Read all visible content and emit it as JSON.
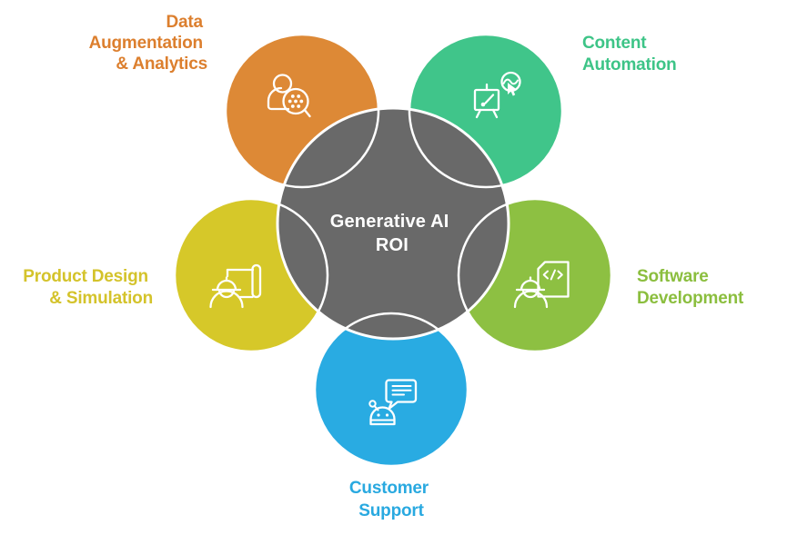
{
  "diagram": {
    "type": "flower-venn-infographic",
    "center": {
      "id": "generative-ai-roi",
      "label_lines": [
        "Generative AI",
        "ROI"
      ],
      "fill": "#696969",
      "text_color": "#FFFFFF",
      "outline_color": "#FFFFFF"
    },
    "petals": [
      {
        "id": "data-augmentation-analytics",
        "label_lines": [
          "Data",
          "Augmentation",
          "& Analytics"
        ],
        "fill": "#DD8936",
        "text_color": "#DC7F2E",
        "icon": "person-data-magnifier-icon",
        "position": "top-left"
      },
      {
        "id": "content-automation",
        "label_lines": [
          "Content",
          "Automation"
        ],
        "fill": "#40C58A",
        "text_color": "#3DC487",
        "icon": "easel-paintbrush-icon",
        "position": "top-right"
      },
      {
        "id": "software-development",
        "label_lines": [
          "Software",
          "Development"
        ],
        "fill": "#8DC042",
        "text_color": "#8BBE3E",
        "icon": "engineer-code-document-icon",
        "position": "right"
      },
      {
        "id": "customer-support",
        "label_lines": [
          "Customer",
          "Support"
        ],
        "fill": "#29ABE2",
        "text_color": "#29A9E0",
        "icon": "chatbot-chat-bubble-icon",
        "position": "bottom"
      },
      {
        "id": "product-design-simulation",
        "label_lines": [
          "Product Design",
          "& Simulation"
        ],
        "fill": "#D6C829",
        "text_color": "#D4C32B",
        "icon": "engineer-blueprint-icon",
        "position": "left"
      }
    ]
  }
}
